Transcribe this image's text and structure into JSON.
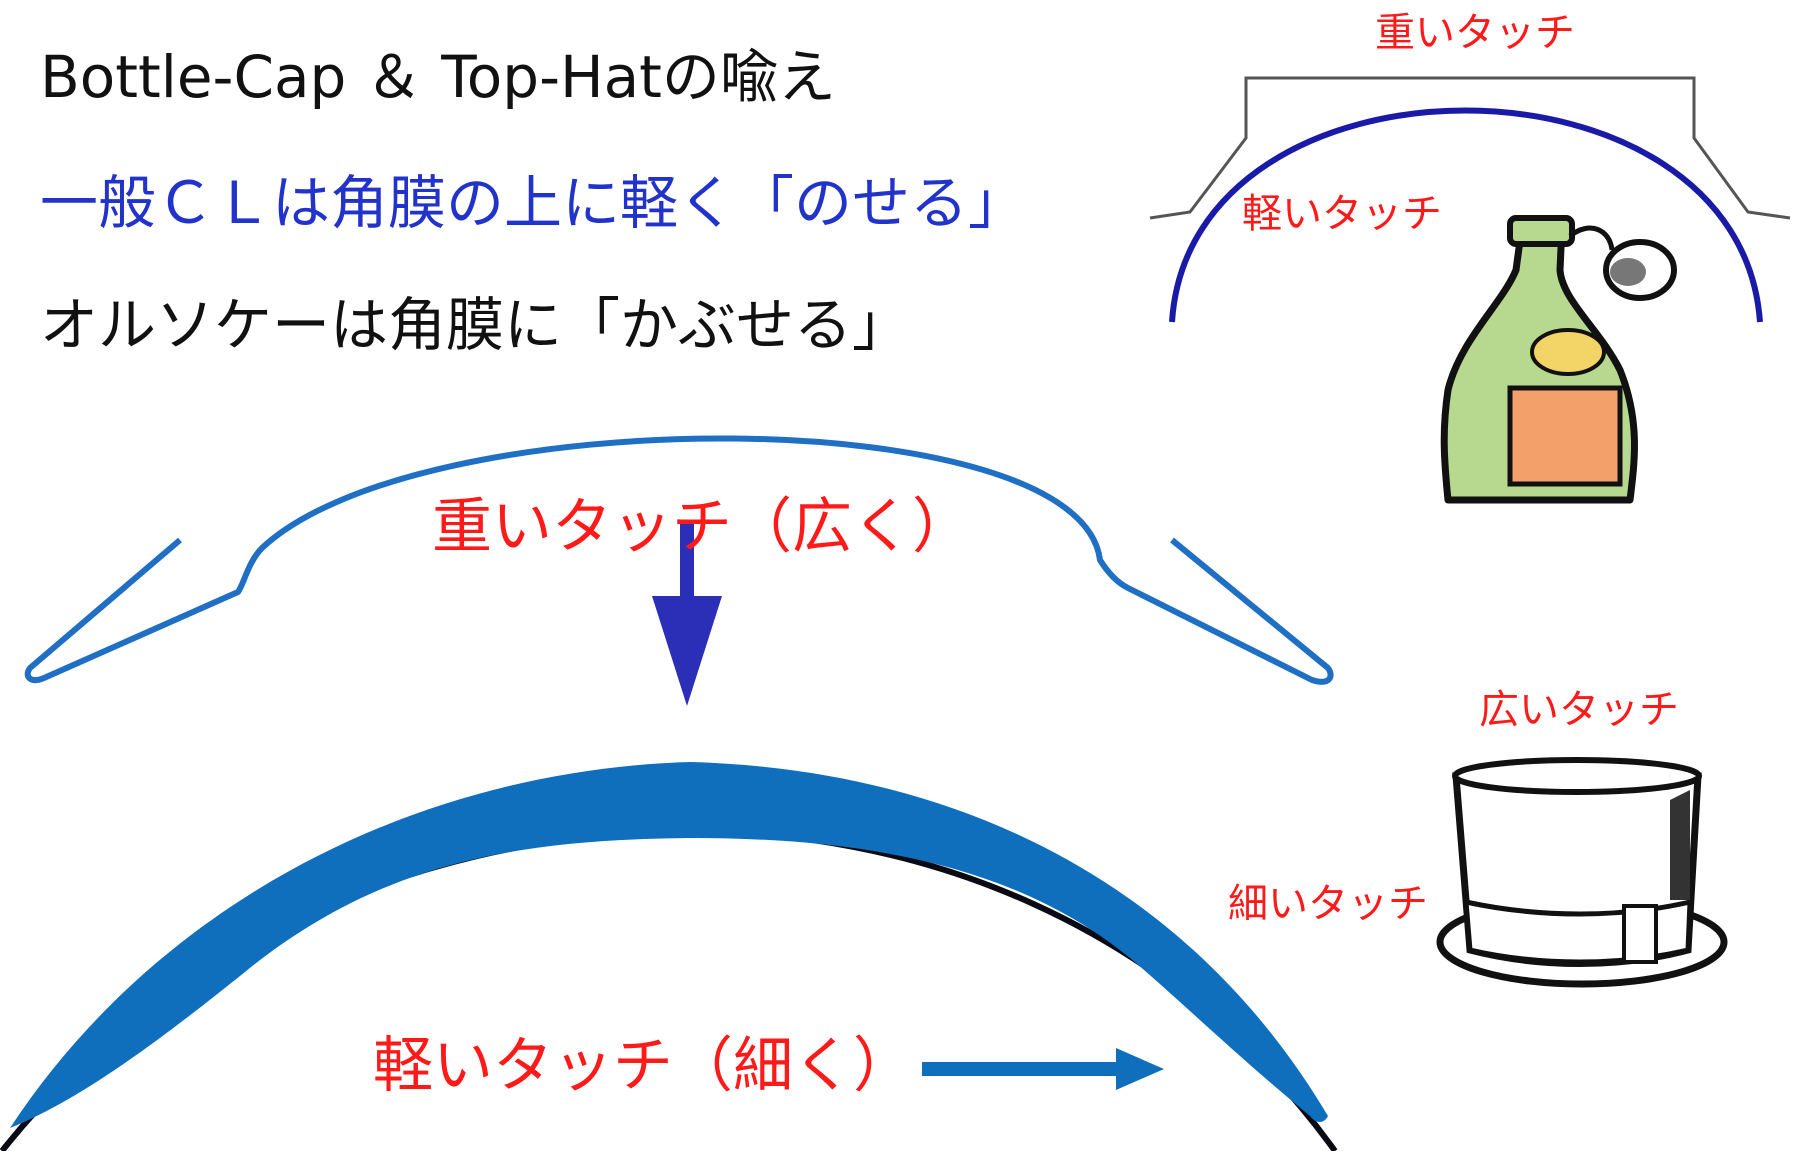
{
  "title": "Bottle-Cap ＆ Top-Hatの喩え",
  "line_cl": "一般ＣＬは角膜の上に軽く「のせる」",
  "line_orthok": "オルソケーは角膜に「かぶせる」",
  "labels": {
    "heavy_wide": "重いタッチ（広く）",
    "light_thin": "軽いタッチ（細く）",
    "heavy_top": "重いタッチ",
    "light_top": "軽いタッチ",
    "wide_hat": "広いタッチ",
    "thin_hat": "細いタッチ"
  },
  "colors": {
    "lens_outline": "#1f6fc4",
    "lens_fill": "#0f6fbd",
    "cornea": "#0a0a14",
    "arrow_down": "#2b2fb8",
    "arrow_right": "#0f6fbd",
    "label_red": "#ff1a1a",
    "blue_text": "#2233cc"
  },
  "icons": [
    "bottle-icon",
    "top-hat-icon"
  ]
}
